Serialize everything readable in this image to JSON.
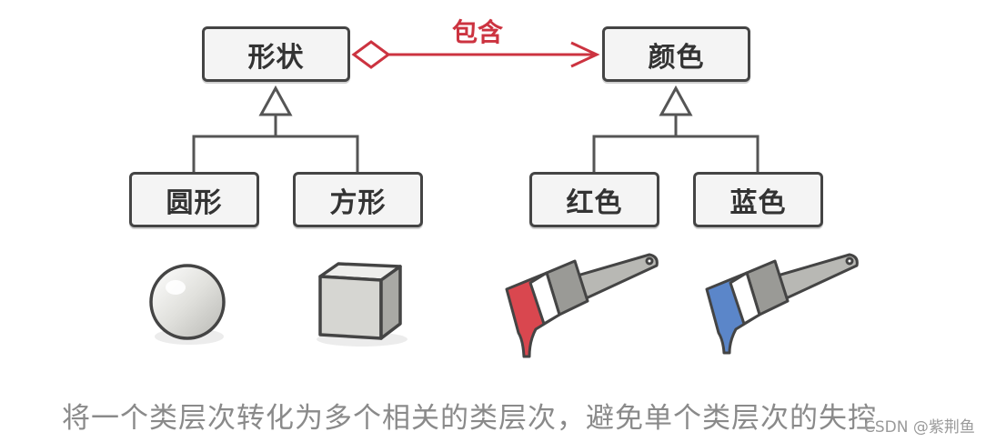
{
  "diagram": {
    "abstraction_shape": "形状",
    "abstraction_color": "颜色",
    "relation_label": "包含",
    "shape_children": [
      "圆形",
      "方形"
    ],
    "color_children": [
      "红色",
      "蓝色"
    ]
  },
  "illustrations": {
    "items": [
      "sphere-icon",
      "cube-icon",
      "red-paintbrush-icon",
      "blue-paintbrush-icon"
    ]
  },
  "caption": "将一个类层次转化为多个相关的类层次，避免单个类层次的失控",
  "watermark": "CSDN @紫荆鱼",
  "colors": {
    "relation": "#cc3340",
    "box_border": "#444444",
    "box_fill": "#f4f4f4",
    "paint_red": "#d9474f",
    "paint_blue": "#5b86c9"
  }
}
